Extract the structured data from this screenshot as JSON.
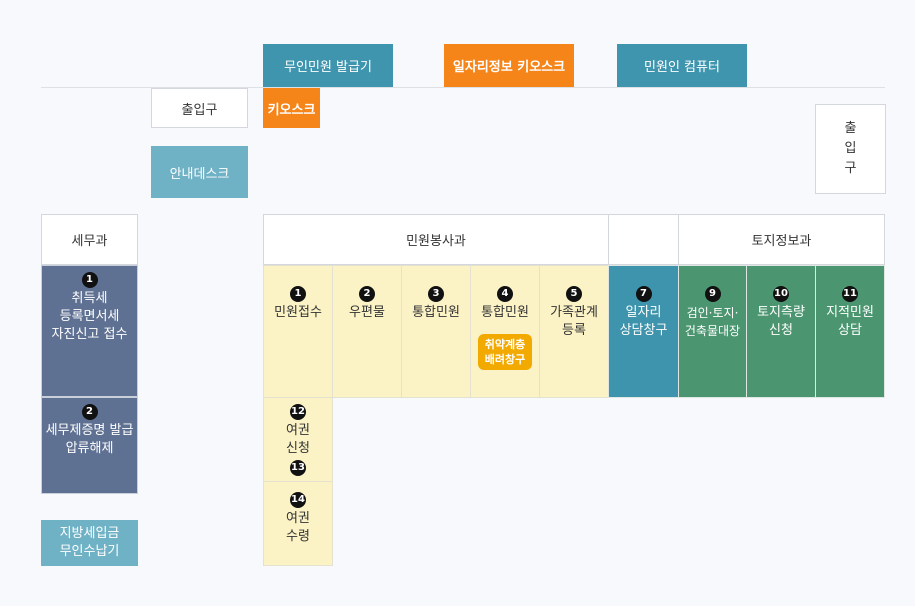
{
  "top": {
    "passport_kiosk": "무인민원 발급기",
    "job_kiosk": "일자리정보 키오스크",
    "pc": "민원인 컴퓨터"
  },
  "entrance_left": "출입구",
  "kiosk_small": "키오스크",
  "info_desk": "안내데스크",
  "entrance_right": [
    "출",
    "입",
    "구"
  ],
  "tax": {
    "header": "세무과",
    "desk1": {
      "num": "1",
      "lines": [
        "취득세",
        "등록면서세",
        "자진신고 접수"
      ]
    },
    "desk2": {
      "num": "2",
      "lines": [
        "세무제증명 발급",
        "압류해제"
      ]
    },
    "payment": [
      "지방세입금",
      "무인수납기"
    ]
  },
  "civil": {
    "header": "민원봉사과",
    "desks": [
      {
        "num": "1",
        "lines": [
          "민원접수"
        ]
      },
      {
        "num": "2",
        "lines": [
          "우편물"
        ]
      },
      {
        "num": "3",
        "lines": [
          "통합민원"
        ]
      },
      {
        "num": "4",
        "lines": [
          "통합민원"
        ],
        "badge": [
          "취약계층",
          "배려창구"
        ]
      },
      {
        "num": "5",
        "lines": [
          "가족관계",
          "등록"
        ]
      }
    ],
    "job_desk": {
      "num": "7",
      "lines": [
        "일자리",
        "상담창구"
      ]
    },
    "passport_apply": {
      "num_top": "12",
      "lines": [
        "여권",
        "신청"
      ],
      "num_bottom": "13"
    },
    "passport_receive": {
      "num": "14",
      "lines": [
        "여권",
        "수령"
      ]
    }
  },
  "land": {
    "header": "토지정보과",
    "desks": [
      {
        "num": "9",
        "lines": [
          "검인·토지·",
          "건축물대장"
        ]
      },
      {
        "num": "10",
        "lines": [
          "토지측량",
          "신청"
        ]
      },
      {
        "num": "11",
        "lines": [
          "지적민원",
          "상담"
        ]
      }
    ]
  },
  "colors": {
    "teal": "#3f95ae",
    "orange": "#f58419",
    "slate": "#5f7193",
    "cream": "#fbf3c6",
    "green": "#4b9670",
    "badge": "#f2a900"
  }
}
